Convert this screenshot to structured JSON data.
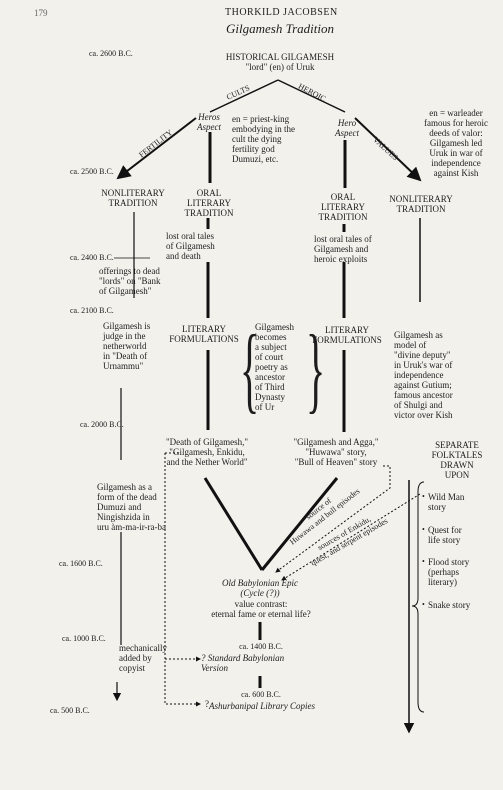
{
  "header": {
    "page_number": "179",
    "author": "THORKILD JACOBSEN",
    "title": "Gilgamesh Tradition"
  },
  "dates": [
    "ca. 2600 B.C.",
    "ca. 2500 B.C.",
    "ca. 2400 B.C.",
    "ca. 2100 B.C.",
    "ca. 2000 B.C.",
    "ca. 1600 B.C.",
    "ca. 1000 B.C.",
    "ca. 500 B.C."
  ],
  "top": {
    "historical": "HISTORICAL GILGAMESH\n\"lord\" (en) of Uruk",
    "cults": "CULTS",
    "heroic": "HEROIC",
    "fertility": "FERTILITY",
    "values": "VALUES",
    "heros_aspect_left": "Heros\nAspect",
    "hero_aspect_right": "Hero\nAspect",
    "en_priest": "en = priest-king\nembodying in the\ncult the dying\nfertility god\nDumuzi, etc.",
    "en_warleader": "en = warleader\nfamous for heroic\ndeeds of valor:\nGilgamesh led\nUruk in war of\nindependence\nagainst Kish"
  },
  "columns": {
    "nonliterary_left": "NONLITERARY\nTRADITION",
    "oral_left": "ORAL\nLITERARY\nTRADITION",
    "oral_right": "ORAL\nLITERARY\nTRADITION",
    "nonliterary_right": "NONLITERARY\nTRADITION",
    "offerings": "offerings to dead\n\"lords\" on \"Bank\nof Gilgamesh\"",
    "lost_tales_left": "lost oral tales\nof Gilgamesh\nand death",
    "lost_tales_right": "lost oral tales of\nGilgamesh and\nheroic exploits",
    "judge": "Gilgamesh is\njudge in the\nnetherworld\nin \"Death of\nUrnammu\"",
    "literary_left": "LITERARY\nFORMULATIONS",
    "court_poetry": "Gilgamesh\nbecomes\na subject\nof court\npoetry as\nancestor\nof Third\nDynasty\nof Ur",
    "literary_right": "LITERARY\nFORMULATIONS",
    "divine_deputy": "Gilgamesh as\nmodel of\n\"divine deputy\"\nin Uruk's war of\nindependence\nagainst Gutium;\nfamous ancestor\nof Shulgi and\nvictor over Kish",
    "death_of_gilgamesh": "\"Death of Gilgamesh,\"\n\"Gilgamesh, Enkidu,\nand the Nether World\"",
    "agga": "\"Gilgamesh and Agga,\"\n\"Huwawa\" story,\n\"Bull of Heaven\" story",
    "dead_dumuzi": "Gilgamesh as a\nform of the dead\nDumuzi and\nNingishzida in\nuru àm-ma-ir-ra-ba",
    "source_huwawa": "source of\nHuwawa and bull episodes",
    "sources_enkidu": "sources of Enkidu,\nquest, and serpent episodes",
    "separate_folktales": "SEPARATE\nFOLKTALES\nDRAWN\nUPON",
    "folktales": [
      "Wild Man\nstory",
      "Quest for\nlife story",
      "Flood story\n(perhaps\nliterary)",
      "Snake story"
    ]
  },
  "epic": {
    "old_babylonian": "Old Babylonian Epic\n(Cycle (?))",
    "value_contrast": "value contrast:\neternal fame or eternal life?",
    "date_1400": "ca. 1400 B.C.",
    "standard": "? Standard Babylonian\nVersion",
    "question": "?",
    "date_600": "ca. 600 B.C.",
    "ashurbanipal": "Ashurbanipal Library Copies",
    "mechanically": "mechanically\nadded by\ncopyist"
  }
}
